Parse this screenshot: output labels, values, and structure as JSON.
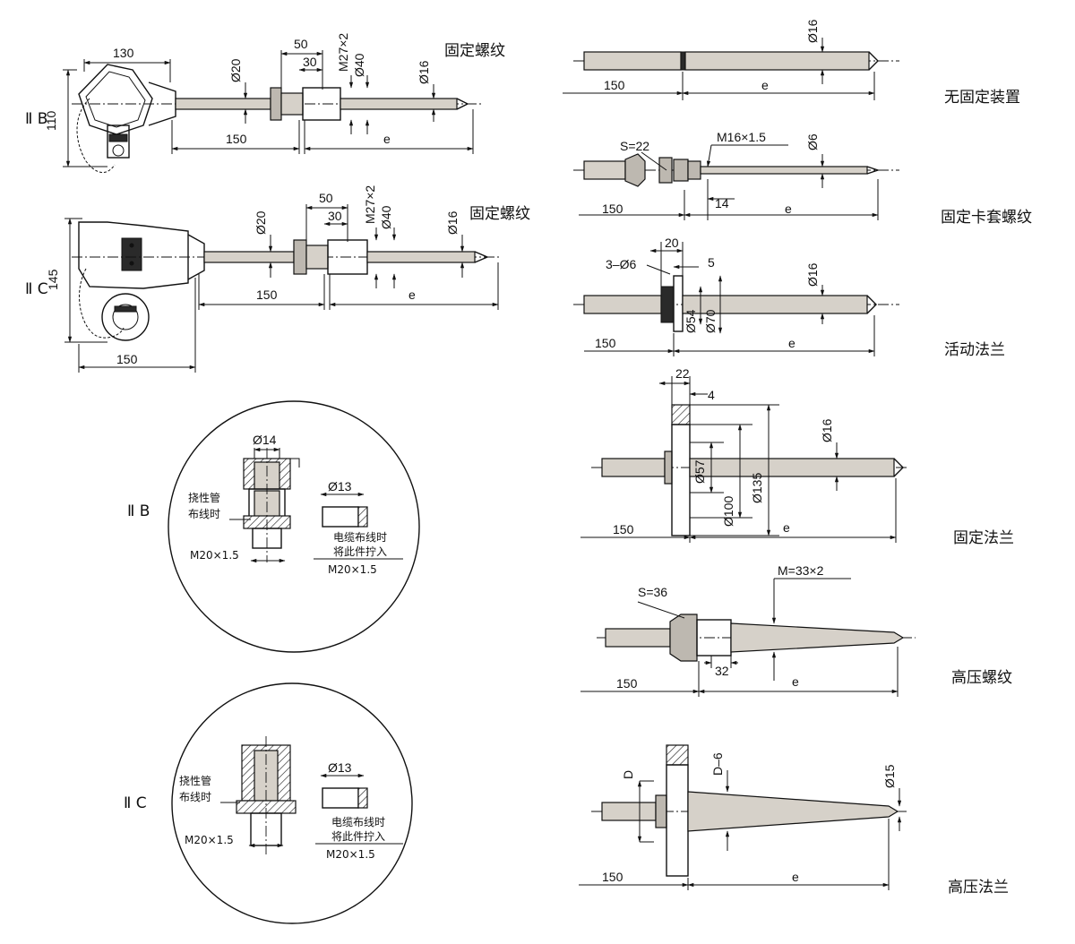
{
  "labels": {
    "IIB_fixed_thread": "固定螺纹",
    "IIC_fixed_thread": "固定螺纹",
    "no_fixing": "无固定装置",
    "compression_fitting": "固定卡套螺纹",
    "movable_flange": "活动法兰",
    "fixed_flange": "固定法兰",
    "high_pressure_thread": "高压螺纹",
    "high_pressure_flange": "高压法兰",
    "type_IIB": "Ⅱ B",
    "type_IIC": "Ⅱ C",
    "detail_IIB": "Ⅱ B",
    "detail_IIC": "Ⅱ C",
    "flexible_tube": [
      "挠性管",
      "布线时"
    ],
    "cable_wiring": [
      "电缆布线时",
      "将此件拧入"
    ]
  },
  "dims": {
    "d130": "130",
    "d110": "110",
    "d150": "150",
    "d145": "145",
    "e": "e",
    "d50": "50",
    "d30": "30",
    "m27": "M27×2",
    "phi40": "Ø40",
    "phi20": "Ø20",
    "phi16": "Ø16",
    "phi6": "Ø6",
    "s22": "S=22",
    "m16": "M16×1.5",
    "d14": "14",
    "d20": "20",
    "d5": "5",
    "holes": "3–Ø6",
    "phi54": "Ø54",
    "phi70": "Ø70",
    "d22": "22",
    "d4": "4",
    "phi57": "Ø57",
    "phi100": "Ø100",
    "phi135": "Ø135",
    "s36": "S=36",
    "m33": "M=33×2",
    "d32": "32",
    "D": "D",
    "D6": "D–6",
    "phi15": "Ø15",
    "phi14": "Ø14",
    "phi13": "Ø13",
    "m20": "M20×1.5"
  }
}
